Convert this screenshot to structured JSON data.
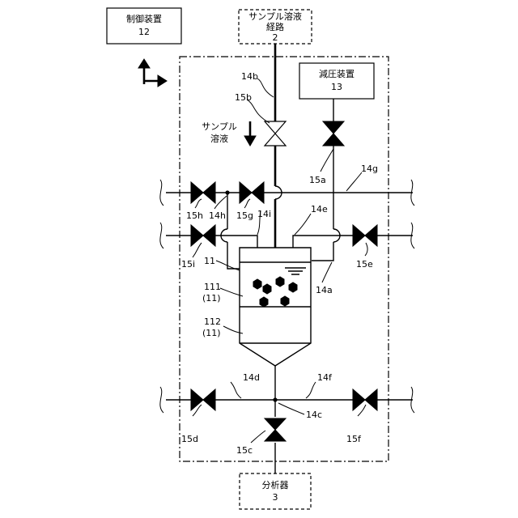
{
  "boxes": {
    "controller": {
      "name": "制御装置",
      "num": "12"
    },
    "sample_path": {
      "name_line1": "サンプル溶液",
      "name_line2": "経路",
      "num": "2"
    },
    "decompressor": {
      "name": "減圧装置",
      "num": "13"
    },
    "analyzer": {
      "name": "分析器",
      "num": "3"
    }
  },
  "flow_label": {
    "line1": "サンプル",
    "line2": "溶液"
  },
  "labels": {
    "l14b": "14b",
    "l15b": "15b",
    "l15a": "15a",
    "l14g": "14g",
    "l15h": "15h",
    "l14h": "14h",
    "l15g": "15g",
    "l14i": "14i",
    "l14e": "14e",
    "l11": "11",
    "l15i": "15i",
    "l15e": "15e",
    "l111": "111",
    "l111sub": "(11)",
    "l14a": "14a",
    "l112": "112",
    "l112sub": "(11)",
    "l14d": "14d",
    "l14f": "14f",
    "l14c": "14c",
    "l15d": "15d",
    "l15c": "15c",
    "l15f": "15f"
  }
}
